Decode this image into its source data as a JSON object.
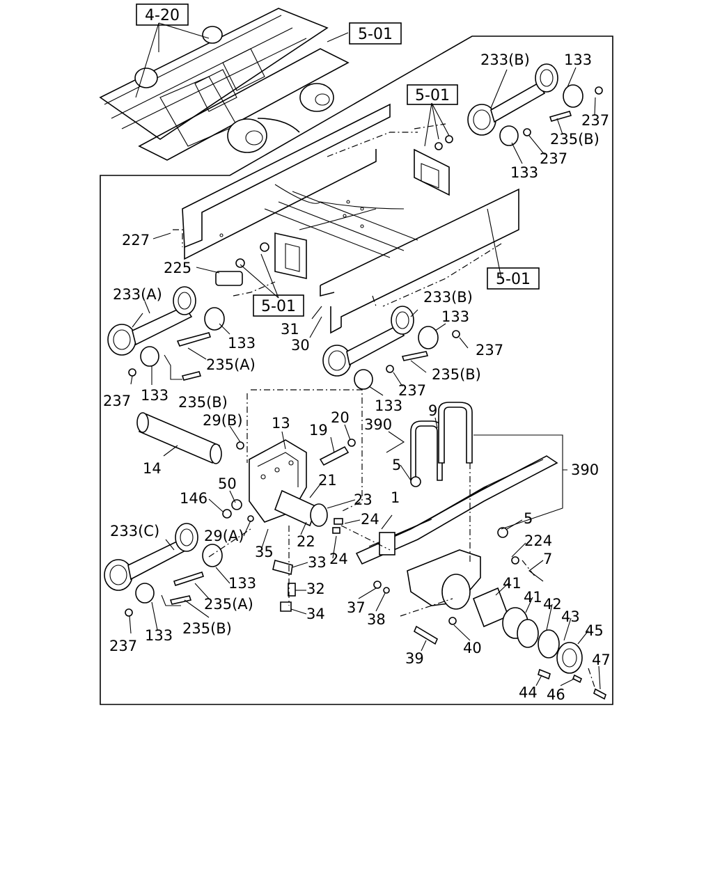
{
  "refs": {
    "r420": "4-20",
    "r501a": "5-01",
    "r501b": "5-01",
    "r501c": "5-01",
    "r501d": "5-01"
  },
  "labels": {
    "l227": "227",
    "l225": "225",
    "l233a": "233(A)",
    "l133a1": "133",
    "l235a1": "235(A)",
    "l237a1": "237",
    "l133a2": "133",
    "l235b1": "235(B)",
    "l31": "31",
    "l30": "30",
    "l233b1": "233(B)",
    "l133b1": "133",
    "l237b1": "237",
    "l235b2": "235(B)",
    "l237b2": "237",
    "l133b2": "133",
    "l233b2": "233(B)",
    "l133t1": "133",
    "l237t1": "237",
    "l235b3": "235(B)",
    "l237t2": "237",
    "l133t2": "133",
    "l29b": "29(B)",
    "l13": "13",
    "l19": "19",
    "l20": "20",
    "l390a": "390",
    "l9": "9",
    "l14": "14",
    "l5a": "5",
    "l390b": "390",
    "l50": "50",
    "l146": "146",
    "l21": "21",
    "l23": "23",
    "l1": "1",
    "l24a": "24",
    "l5b": "5",
    "l233c": "233(C)",
    "l29a": "29(A)",
    "l22": "22",
    "l24b": "24",
    "l224": "224",
    "l35": "35",
    "l33": "33",
    "l7": "7",
    "l133c1": "133",
    "l235a2": "235(A)",
    "l32": "32",
    "l41a": "41",
    "l41b": "41",
    "l42": "42",
    "l43": "43",
    "l37": "37",
    "l38": "38",
    "l34": "34",
    "l45": "45",
    "l237c": "237",
    "l133c2": "133",
    "l235b4": "235(B)",
    "l39": "39",
    "l40": "40",
    "l47": "47",
    "l44": "44",
    "l46": "46"
  }
}
